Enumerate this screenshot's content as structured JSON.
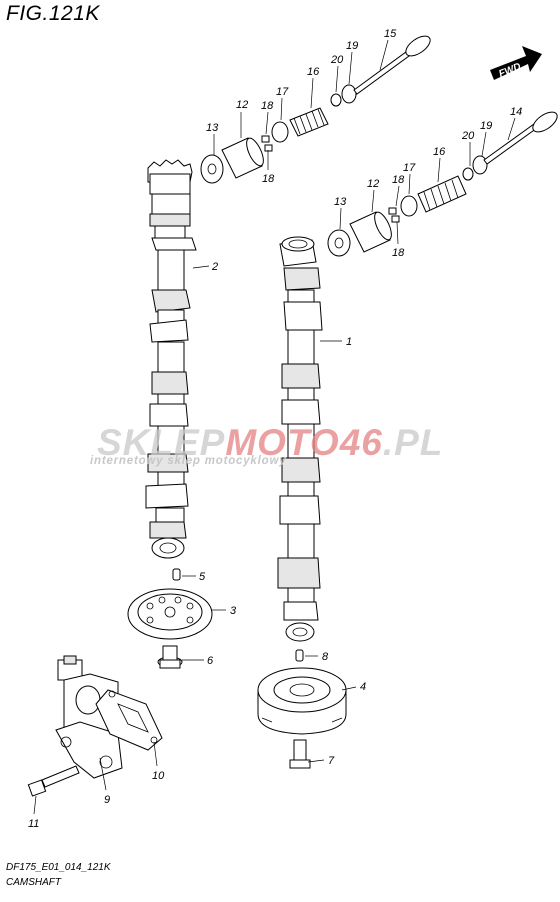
{
  "figure": {
    "title": "FIG.121K",
    "code": "DF175_E01_014_121K",
    "name": "CAMSHAFT",
    "fwd_label": "FWD"
  },
  "watermark": {
    "main_a": "SKLEP",
    "main_b": "MOTO",
    "main_c": "46",
    "main_d": ".PL",
    "sub": "internetowy sklep motocyklowy"
  },
  "callouts": {
    "c1": "1",
    "c2": "2",
    "c3": "3",
    "c4": "4",
    "c5": "5",
    "c6": "6",
    "c7": "7",
    "c8": "8",
    "c9": "9",
    "c10": "10",
    "c11": "11",
    "c12a": "12",
    "c12b": "12",
    "c13a": "13",
    "c13b": "13",
    "c14": "14",
    "c15": "15",
    "c16a": "16",
    "c16b": "16",
    "c17a": "17",
    "c17b": "17",
    "c18a": "18",
    "c18b": "18",
    "c18c": "18",
    "c18d": "18",
    "c19a": "19",
    "c19b": "19",
    "c20a": "20",
    "c20b": "20"
  }
}
